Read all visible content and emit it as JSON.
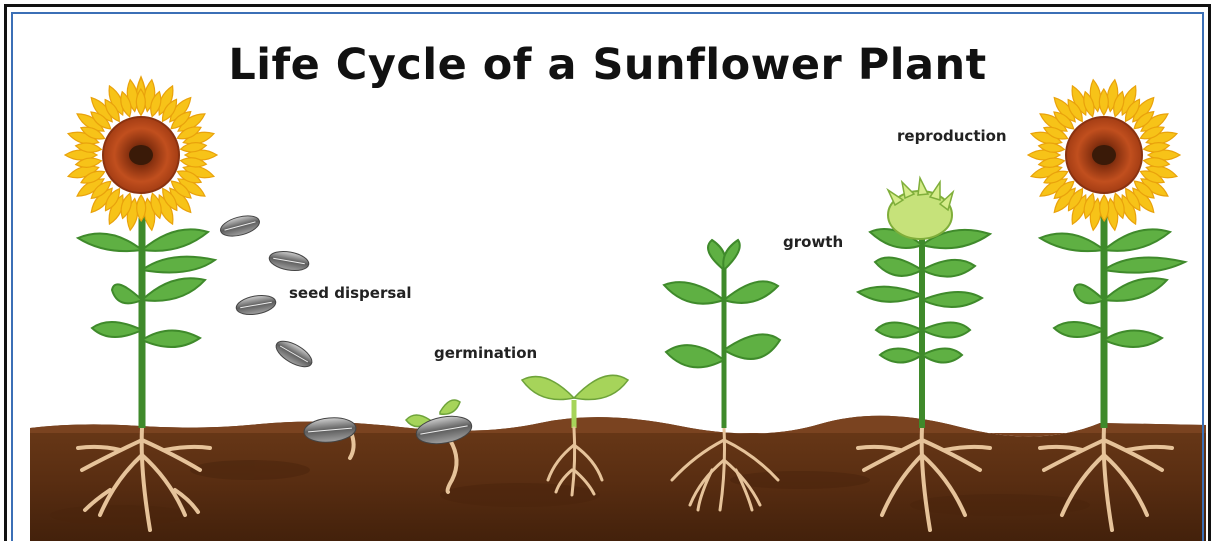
{
  "title": "Life Cycle of a Sunflower Plant",
  "stages": {
    "seed_dispersal": "seed dispersal",
    "germination": "germination",
    "growth": "growth",
    "reproduction": "reproduction"
  },
  "colors": {
    "border_outer": "#111111",
    "border_inner": "#3b6fb6",
    "soil": "#5a2e12",
    "soil_dark": "#3f1f0b",
    "petal": "#f7c318",
    "petal_edge": "#e9a20c",
    "center": "#b8471c",
    "center_core": "#3a1a08",
    "stem": "#3f8a2b",
    "leaf": "#5fb043",
    "leaf_dark": "#3f8a2b",
    "sprout": "#a6d45a",
    "root": "#e6c39a",
    "seed": "#7b7b7b"
  }
}
